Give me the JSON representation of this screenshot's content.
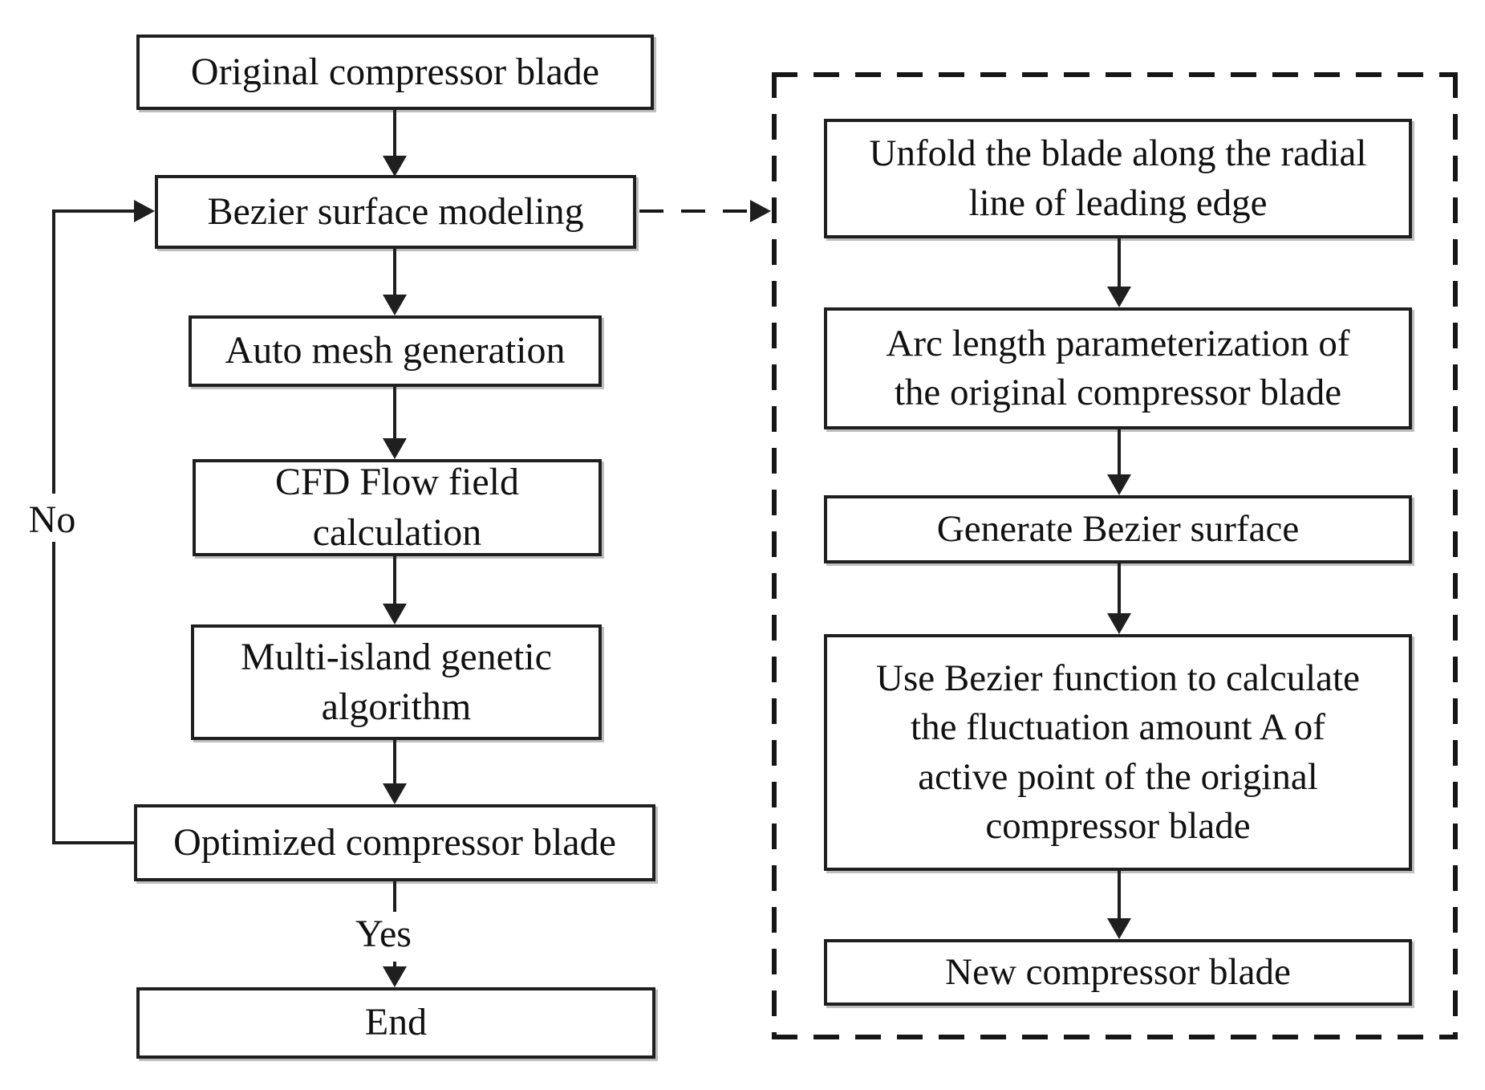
{
  "left_column": {
    "boxes": [
      {
        "id": "original-compressor-blade",
        "label": "Original compressor blade"
      },
      {
        "id": "bezier-surface-modeling",
        "label": "Bezier surface modeling"
      },
      {
        "id": "auto-mesh-generation",
        "label": "Auto mesh generation"
      },
      {
        "id": "cfd-flow-field-calculation",
        "label": "CFD Flow field\ncalculation"
      },
      {
        "id": "multi-island-genetic-algorithm",
        "label": "Multi-island genetic\nalgorithm"
      },
      {
        "id": "optimized-compressor-blade",
        "label": "Optimized compressor blade"
      },
      {
        "id": "end",
        "label": "End"
      }
    ],
    "edge_labels": {
      "yes": "Yes",
      "no": "No"
    }
  },
  "right_column": {
    "boxes": [
      {
        "id": "unfold-blade",
        "label": "Unfold the blade along the radial\nline of leading edge"
      },
      {
        "id": "arc-length-parameterization",
        "label": "Arc length parameterization of\nthe original compressor blade"
      },
      {
        "id": "generate-bezier-surface",
        "label": "Generate Bezier surface"
      },
      {
        "id": "bezier-fluctuation-calculation",
        "label": "Use Bezier function to calculate\nthe fluctuation amount A of\nactive point of the original\ncompressor blade"
      },
      {
        "id": "new-compressor-blade",
        "label": "New compressor blade"
      }
    ]
  },
  "colors": {
    "line": "#1f1f1f",
    "background": "#ffffff"
  }
}
